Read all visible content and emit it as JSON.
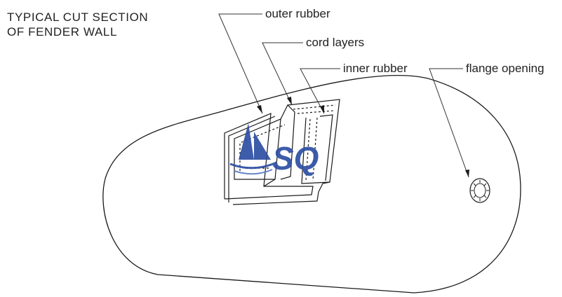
{
  "title": {
    "line1": "TYPICAL CUT SECTION",
    "line2": "OF FENDER WALL"
  },
  "callouts": {
    "outer_rubber": "outer rubber",
    "cord_layers": "cord layers",
    "inner_rubber": "inner rubber",
    "flange_opening": "flange opening"
  },
  "watermark": {
    "text": "SQ",
    "color": "#2d4fa3"
  },
  "colors": {
    "line": "#1a1a1a",
    "leader": "#333333"
  }
}
